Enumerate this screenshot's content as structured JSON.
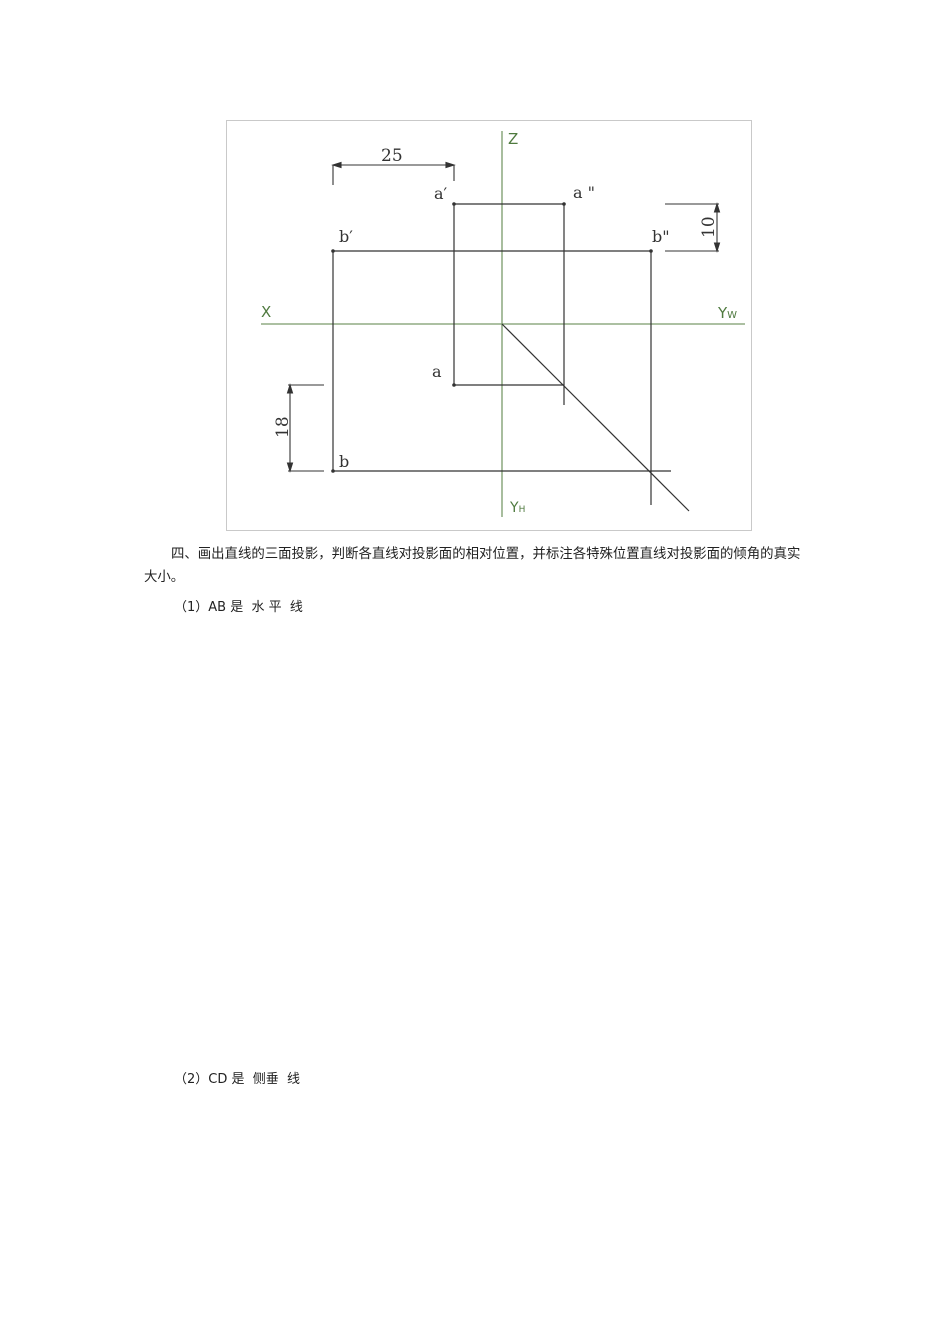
{
  "figure": {
    "axis_labels": {
      "z": "Z",
      "x": "X",
      "yw": "Y",
      "yw_sub": "W",
      "yh": "Y",
      "yh_sub": "H"
    },
    "point_labels": {
      "a_front": "a′",
      "a_side": "a \"",
      "b_front": "b′",
      "b_side": "b\"",
      "a_top": "a",
      "b_top": "b"
    },
    "dimensions": {
      "top_width": "25",
      "right_height": "10",
      "left_height": "18"
    },
    "colors": {
      "axis": "#7a9a6a",
      "line": "#333333"
    }
  },
  "question": {
    "text": "四、画出直线的三面投影，判断各直线对投影面的相对位置，并标注各特殊位置直线对投影面的倾角的真实大小。"
  },
  "answers": [
    {
      "label": "（1）AB 是  水 平  线"
    },
    {
      "label": "（2）CD 是  侧垂  线"
    }
  ]
}
